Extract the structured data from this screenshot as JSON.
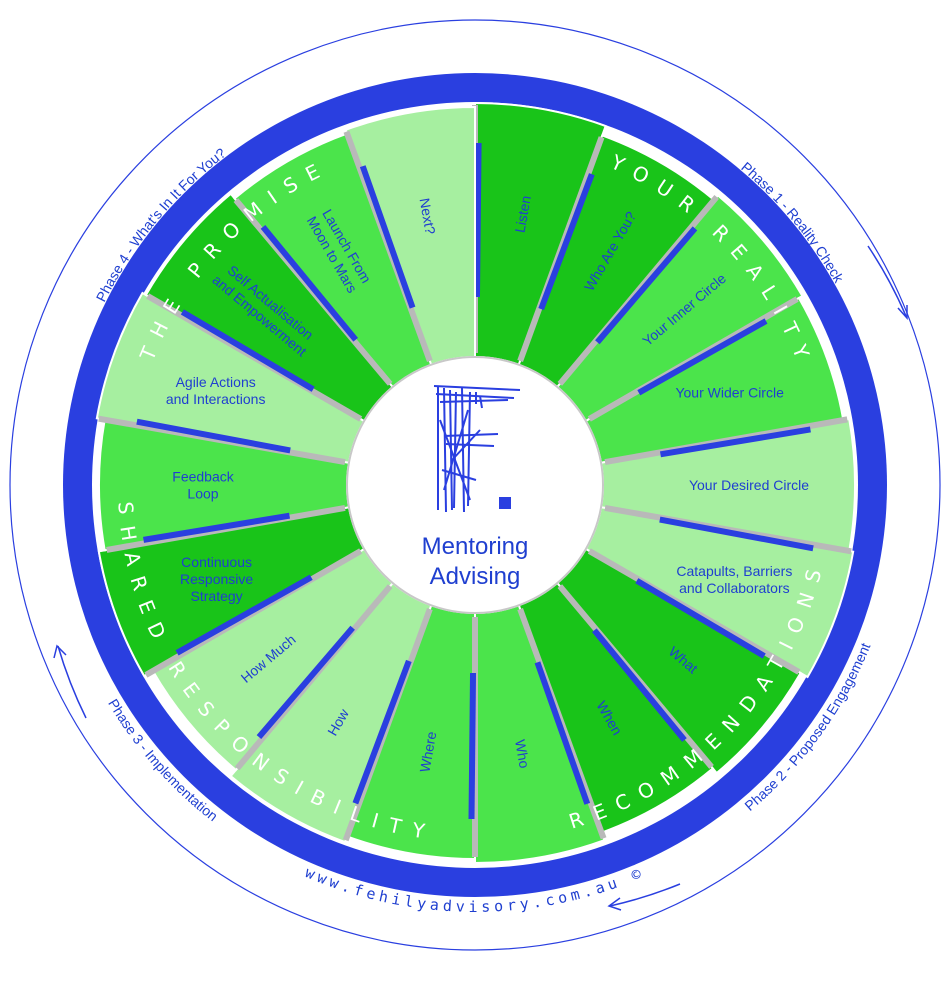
{
  "center": {
    "line1": "Mentoring",
    "line2": "Advising",
    "logo_glyph": "F."
  },
  "ring_words": [
    "YOUR REALITY",
    "RECOMMENDATIONS",
    "SHARED RESPONSIBILITY",
    "THE PROMISE"
  ],
  "phases": [
    {
      "text": "Phase 1 - Reality Check"
    },
    {
      "text": "Phase 2 - Proposed Engagement"
    },
    {
      "text": "Phase 3 - Implementation"
    },
    {
      "text": "Phase 4 - What's In It For You?"
    }
  ],
  "url": "www.fehilyadvisory.com.au ©",
  "segments": [
    {
      "lines": [
        "Listen"
      ],
      "tone": "dark"
    },
    {
      "lines": [
        "Who Are You?"
      ],
      "tone": "dark"
    },
    {
      "lines": [
        "Your Inner Circle"
      ],
      "tone": "mid"
    },
    {
      "lines": [
        "Your Wider Circle"
      ],
      "tone": "mid"
    },
    {
      "lines": [
        "Your Desired Circle"
      ],
      "tone": "light"
    },
    {
      "lines": [
        "Catapults, Barriers",
        "and Collaborators"
      ],
      "tone": "light"
    },
    {
      "lines": [
        "What"
      ],
      "tone": "dark"
    },
    {
      "lines": [
        "When"
      ],
      "tone": "dark"
    },
    {
      "lines": [
        "Who"
      ],
      "tone": "mid"
    },
    {
      "lines": [
        "Where"
      ],
      "tone": "mid"
    },
    {
      "lines": [
        "How"
      ],
      "tone": "light"
    },
    {
      "lines": [
        "How Much"
      ],
      "tone": "light"
    },
    {
      "lines": [
        "Continuous",
        "Responsive",
        "Strategy"
      ],
      "tone": "dark"
    },
    {
      "lines": [
        "Feedback",
        "Loop"
      ],
      "tone": "mid"
    },
    {
      "lines": [
        "Agile Actions",
        "and Interactions"
      ],
      "tone": "light"
    },
    {
      "lines": [
        "Self Actualisation",
        "and Empowerment"
      ],
      "tone": "dark"
    },
    {
      "lines": [
        "Launch From",
        "Moon to Mars"
      ],
      "tone": "mid"
    },
    {
      "lines": [
        "Next?"
      ],
      "tone": "light"
    }
  ],
  "colors": {
    "dark": "#19c419",
    "mid": "#4be44b",
    "light": "#a6efa0",
    "ring": "#2a3fe0",
    "accent": "#1f3fd0"
  }
}
